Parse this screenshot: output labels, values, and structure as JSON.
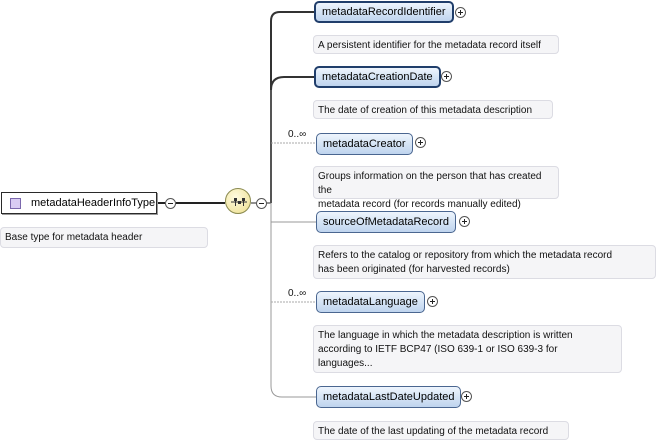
{
  "root": {
    "name": "metadataHeaderInfoType",
    "description": "Base type for metadata header",
    "icon": "complex-type-icon"
  },
  "compositor": {
    "icon": "sequence-icon"
  },
  "elements": [
    {
      "name": "metadataRecordIdentifier",
      "mandatory": true,
      "multiplicity": "",
      "description": "A persistent identifier for the metadata record itself"
    },
    {
      "name": "metadataCreationDate",
      "mandatory": true,
      "multiplicity": "",
      "description": "The date of creation of this metadata description"
    },
    {
      "name": "metadataCreator",
      "mandatory": false,
      "multiplicity": "0..∞",
      "description_lines": [
        "Groups information on the person that has created the",
        "metadata record (for records manually edited)"
      ]
    },
    {
      "name": "sourceOfMetadataRecord",
      "mandatory": false,
      "multiplicity": "",
      "description_lines": [
        "Refers to the catalog or repository from which the metadata record",
        "has been originated (for harvested records)"
      ]
    },
    {
      "name": "metadataLanguage",
      "mandatory": false,
      "multiplicity": "0..∞",
      "description_lines": [
        "The language in which the metadata description is written",
        "according to IETF BCP47 (ISO 639-1 or ISO 639-3 for",
        "languages..."
      ]
    },
    {
      "name": "metadataLastDateUpdated",
      "mandatory": false,
      "multiplicity": "",
      "description": "The date of the last updating of the metadata record"
    }
  ]
}
